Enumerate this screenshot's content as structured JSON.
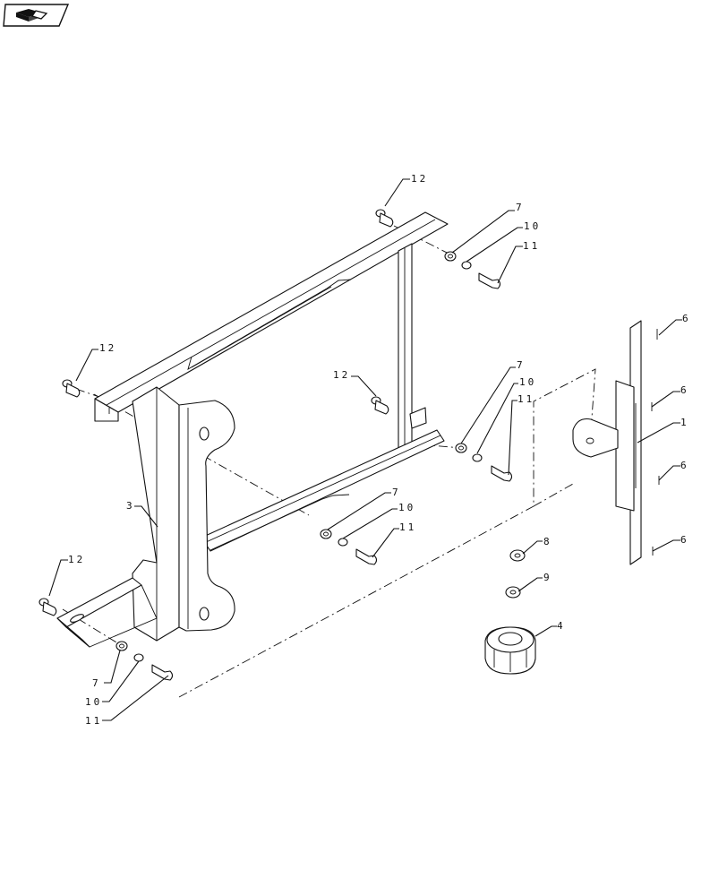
{
  "header": {
    "nav_icon": "book-page-icon"
  },
  "callouts": [
    {
      "id": "c12a",
      "label": "12"
    },
    {
      "id": "c7a",
      "label": "7"
    },
    {
      "id": "c10a",
      "label": "10"
    },
    {
      "id": "c11a",
      "label": "11"
    },
    {
      "id": "c12b",
      "label": "12"
    },
    {
      "id": "c12c",
      "label": "12"
    },
    {
      "id": "c7b",
      "label": "7"
    },
    {
      "id": "c10b",
      "label": "10"
    },
    {
      "id": "c11b",
      "label": "11"
    },
    {
      "id": "c3",
      "label": "3"
    },
    {
      "id": "c7c",
      "label": "7"
    },
    {
      "id": "c10c",
      "label": "10"
    },
    {
      "id": "c11c",
      "label": "11"
    },
    {
      "id": "c12d",
      "label": "12"
    },
    {
      "id": "c7d",
      "label": "7"
    },
    {
      "id": "c10d",
      "label": "10"
    },
    {
      "id": "c11d",
      "label": "11"
    },
    {
      "id": "c6a",
      "label": "6"
    },
    {
      "id": "c6b",
      "label": "6"
    },
    {
      "id": "c1",
      "label": "1"
    },
    {
      "id": "c6c",
      "label": "6"
    },
    {
      "id": "c6d",
      "label": "6"
    },
    {
      "id": "c8",
      "label": "8"
    },
    {
      "id": "c9",
      "label": "9"
    },
    {
      "id": "c4",
      "label": "4"
    }
  ]
}
